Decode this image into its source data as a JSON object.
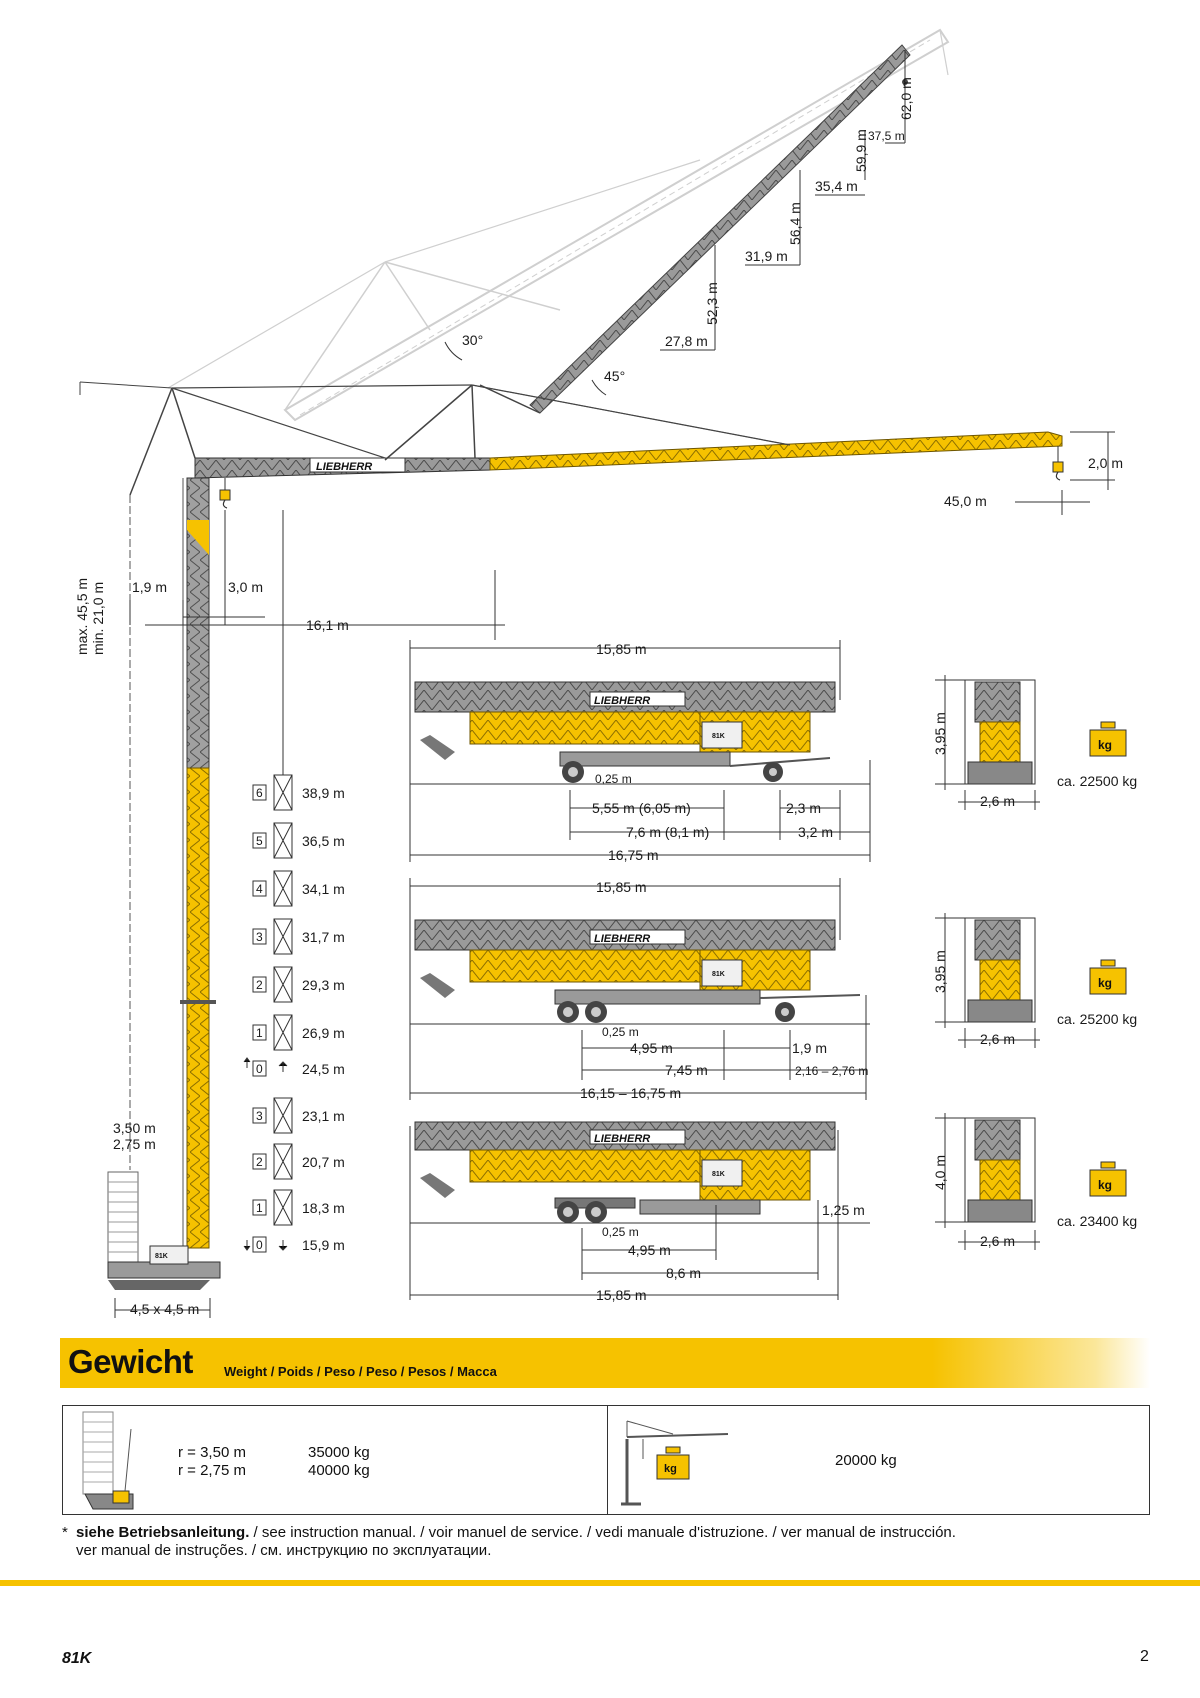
{
  "diagram": {
    "brand_text": "LIEBHERR",
    "model_badge": "81K",
    "angles": {
      "a30": "30°",
      "a45": "45°"
    },
    "luffing": {
      "h_62_0": "62,0 m",
      "r_37_5": "37,5 m",
      "h_59_9": "59,9 m",
      "r_35_4": "35,4 m",
      "h_56_4": "56,4 m",
      "r_31_9": "31,9 m",
      "h_52_3": "52,3 m",
      "r_27_8": "27,8 m"
    },
    "jib": {
      "hook_height": "2,0 m",
      "radius": "45,0 m"
    },
    "tower": {
      "height_max": "max. 45,5 m",
      "height_min": "min. 21,0 m",
      "d_1_9": "1,9 m",
      "d_3_0": "3,0 m",
      "d_16_1": "16,1 m",
      "r_3_50": "3,50 m",
      "r_2_75": "2,75 m",
      "base": "4,5 x 4,5 m"
    },
    "heights": [
      {
        "num": "6",
        "value": "38,9 m"
      },
      {
        "num": "5",
        "value": "36,5 m"
      },
      {
        "num": "4",
        "value": "34,1 m"
      },
      {
        "num": "3",
        "value": "31,7 m"
      },
      {
        "num": "2",
        "value": "29,3 m"
      },
      {
        "num": "1",
        "value": "26,9 m"
      },
      {
        "num": "0",
        "value": "24,5 m"
      },
      {
        "num": "3",
        "value": "23,1 m"
      },
      {
        "num": "2",
        "value": "20,7 m"
      },
      {
        "num": "1",
        "value": "18,3 m"
      },
      {
        "num": "0",
        "value": "15,9 m"
      }
    ],
    "transport1": {
      "top_length": "15,85 m",
      "ground": "0,25 m",
      "d1": "5,55 m (6,05 m)",
      "d2": "2,3 m",
      "d3": "7,6 m (8,1 m)",
      "d4": "3,2 m",
      "total": "16,75 m",
      "height": "3,95 m",
      "width": "2,6 m",
      "weight": "ca. 22500 kg"
    },
    "transport2": {
      "top_length": "15,85 m",
      "ground": "0,25 m",
      "d1": "4,95 m",
      "d2": "1,9 m",
      "d3": "7,45 m",
      "d4": "2,16 – 2,76 m",
      "total": "16,15 – 16,75 m",
      "height": "3,95 m",
      "width": "2,6 m",
      "weight": "ca. 25200 kg"
    },
    "transport3": {
      "ground": "0,25 m",
      "rear_height": "1,25 m",
      "d1": "4,95 m",
      "d2": "8,6 m",
      "total": "15,85 m",
      "height": "4,0 m",
      "width": "2,6 m",
      "weight": "ca. 23400 kg"
    },
    "kg_label": "kg"
  },
  "weight_section": {
    "title": "Gewicht",
    "subtitle": "Weight / Poids / Peso / Peso / Pesos / Macca",
    "left": {
      "r1": "r = 3,50 m",
      "w1": "35000 kg",
      "r2": "r = 2,75 m",
      "w2": "40000 kg"
    },
    "right": {
      "w": "20000 kg"
    }
  },
  "footnote": {
    "star": "*",
    "bold": "siehe Betriebsanleitung.",
    "rest": " / see instruction manual. / voir manuel de service. / vedi manuale d'istruzione. / ver manual de instrucción.",
    "line2": "ver manual de instruções. / см. инструкцию по эксплуатации."
  },
  "footer": {
    "model": "81K",
    "page": "2"
  },
  "colors": {
    "yellow": "#f6c200",
    "grey": "#8a8a8a",
    "dark": "#1a1a1a",
    "ghost": "#cfcfcf"
  }
}
